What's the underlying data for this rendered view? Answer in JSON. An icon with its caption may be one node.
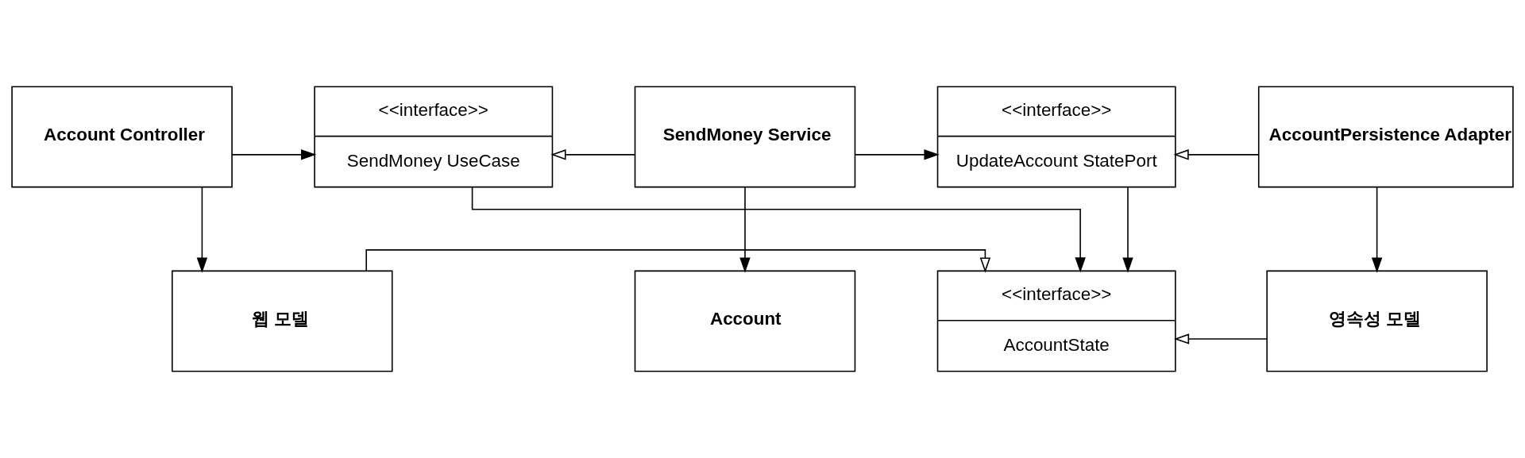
{
  "diagram": {
    "nodes": [
      {
        "text": [
          "Account Controller"
        ]
      },
      {
        "text": [
          "<<interface>>",
          "SendMoney UseCase"
        ]
      },
      {
        "text": [
          "SendMoney Service"
        ]
      },
      {
        "text": [
          "<<interface>>",
          "UpdateAccount StatePort"
        ]
      },
      {
        "text": [
          "AccountPersistence Adapter"
        ]
      },
      {
        "text": [
          "Account"
        ]
      },
      {
        "text": [
          "웹 모델"
        ]
      },
      {
        "text": [
          "<<interface>>",
          "AccountState"
        ]
      },
      {
        "text": [
          "영속성 모델"
        ]
      }
    ],
    "edges": [
      {
        "from": 0,
        "to": 1,
        "arrow": "to"
      },
      {
        "from": 2,
        "to": 1,
        "arrow": "to"
      },
      {
        "from": 2,
        "to": 3,
        "arrow": "to"
      },
      {
        "from": 4,
        "to": 3,
        "arrow": "to"
      },
      {
        "from": 2,
        "to": 5,
        "arrow": "to"
      },
      {
        "from": 0,
        "to": 6,
        "arrow": "to"
      },
      {
        "from": 4,
        "to": 8,
        "arrow": "to"
      },
      {
        "from": 1,
        "to": 7,
        "arrow": "to"
      },
      {
        "from": 3,
        "to": 7,
        "arrow": "to"
      },
      {
        "from": 6,
        "to": 7,
        "arrow": "to"
      },
      {
        "from": 8,
        "to": 7,
        "arrow": "to"
      }
    ]
  }
}
